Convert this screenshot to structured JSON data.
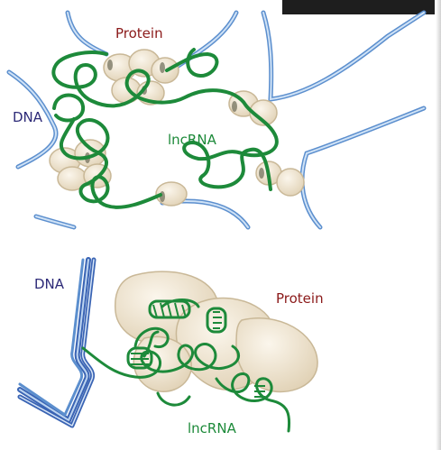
{
  "panel_top": {
    "dna_label": "DNA",
    "protein_label": "Protein",
    "rna_label": "lncRNA"
  },
  "panel_bottom": {
    "dna_label": "DNA",
    "protein_label": "Protein",
    "rna_label": "lncRNA"
  },
  "colors": {
    "dna_strand": "#6f9fd6",
    "dna_dark": "#3a64b4",
    "protein_fill": "#efe4d1",
    "protein_stroke": "#c9b897",
    "lncrna": "#1d8a3a",
    "label_protein": "#8b1a1a",
    "label_dna": "#2d2a78",
    "label_rna": "#1d8a3a",
    "corner_box": "#1e1e1e"
  }
}
